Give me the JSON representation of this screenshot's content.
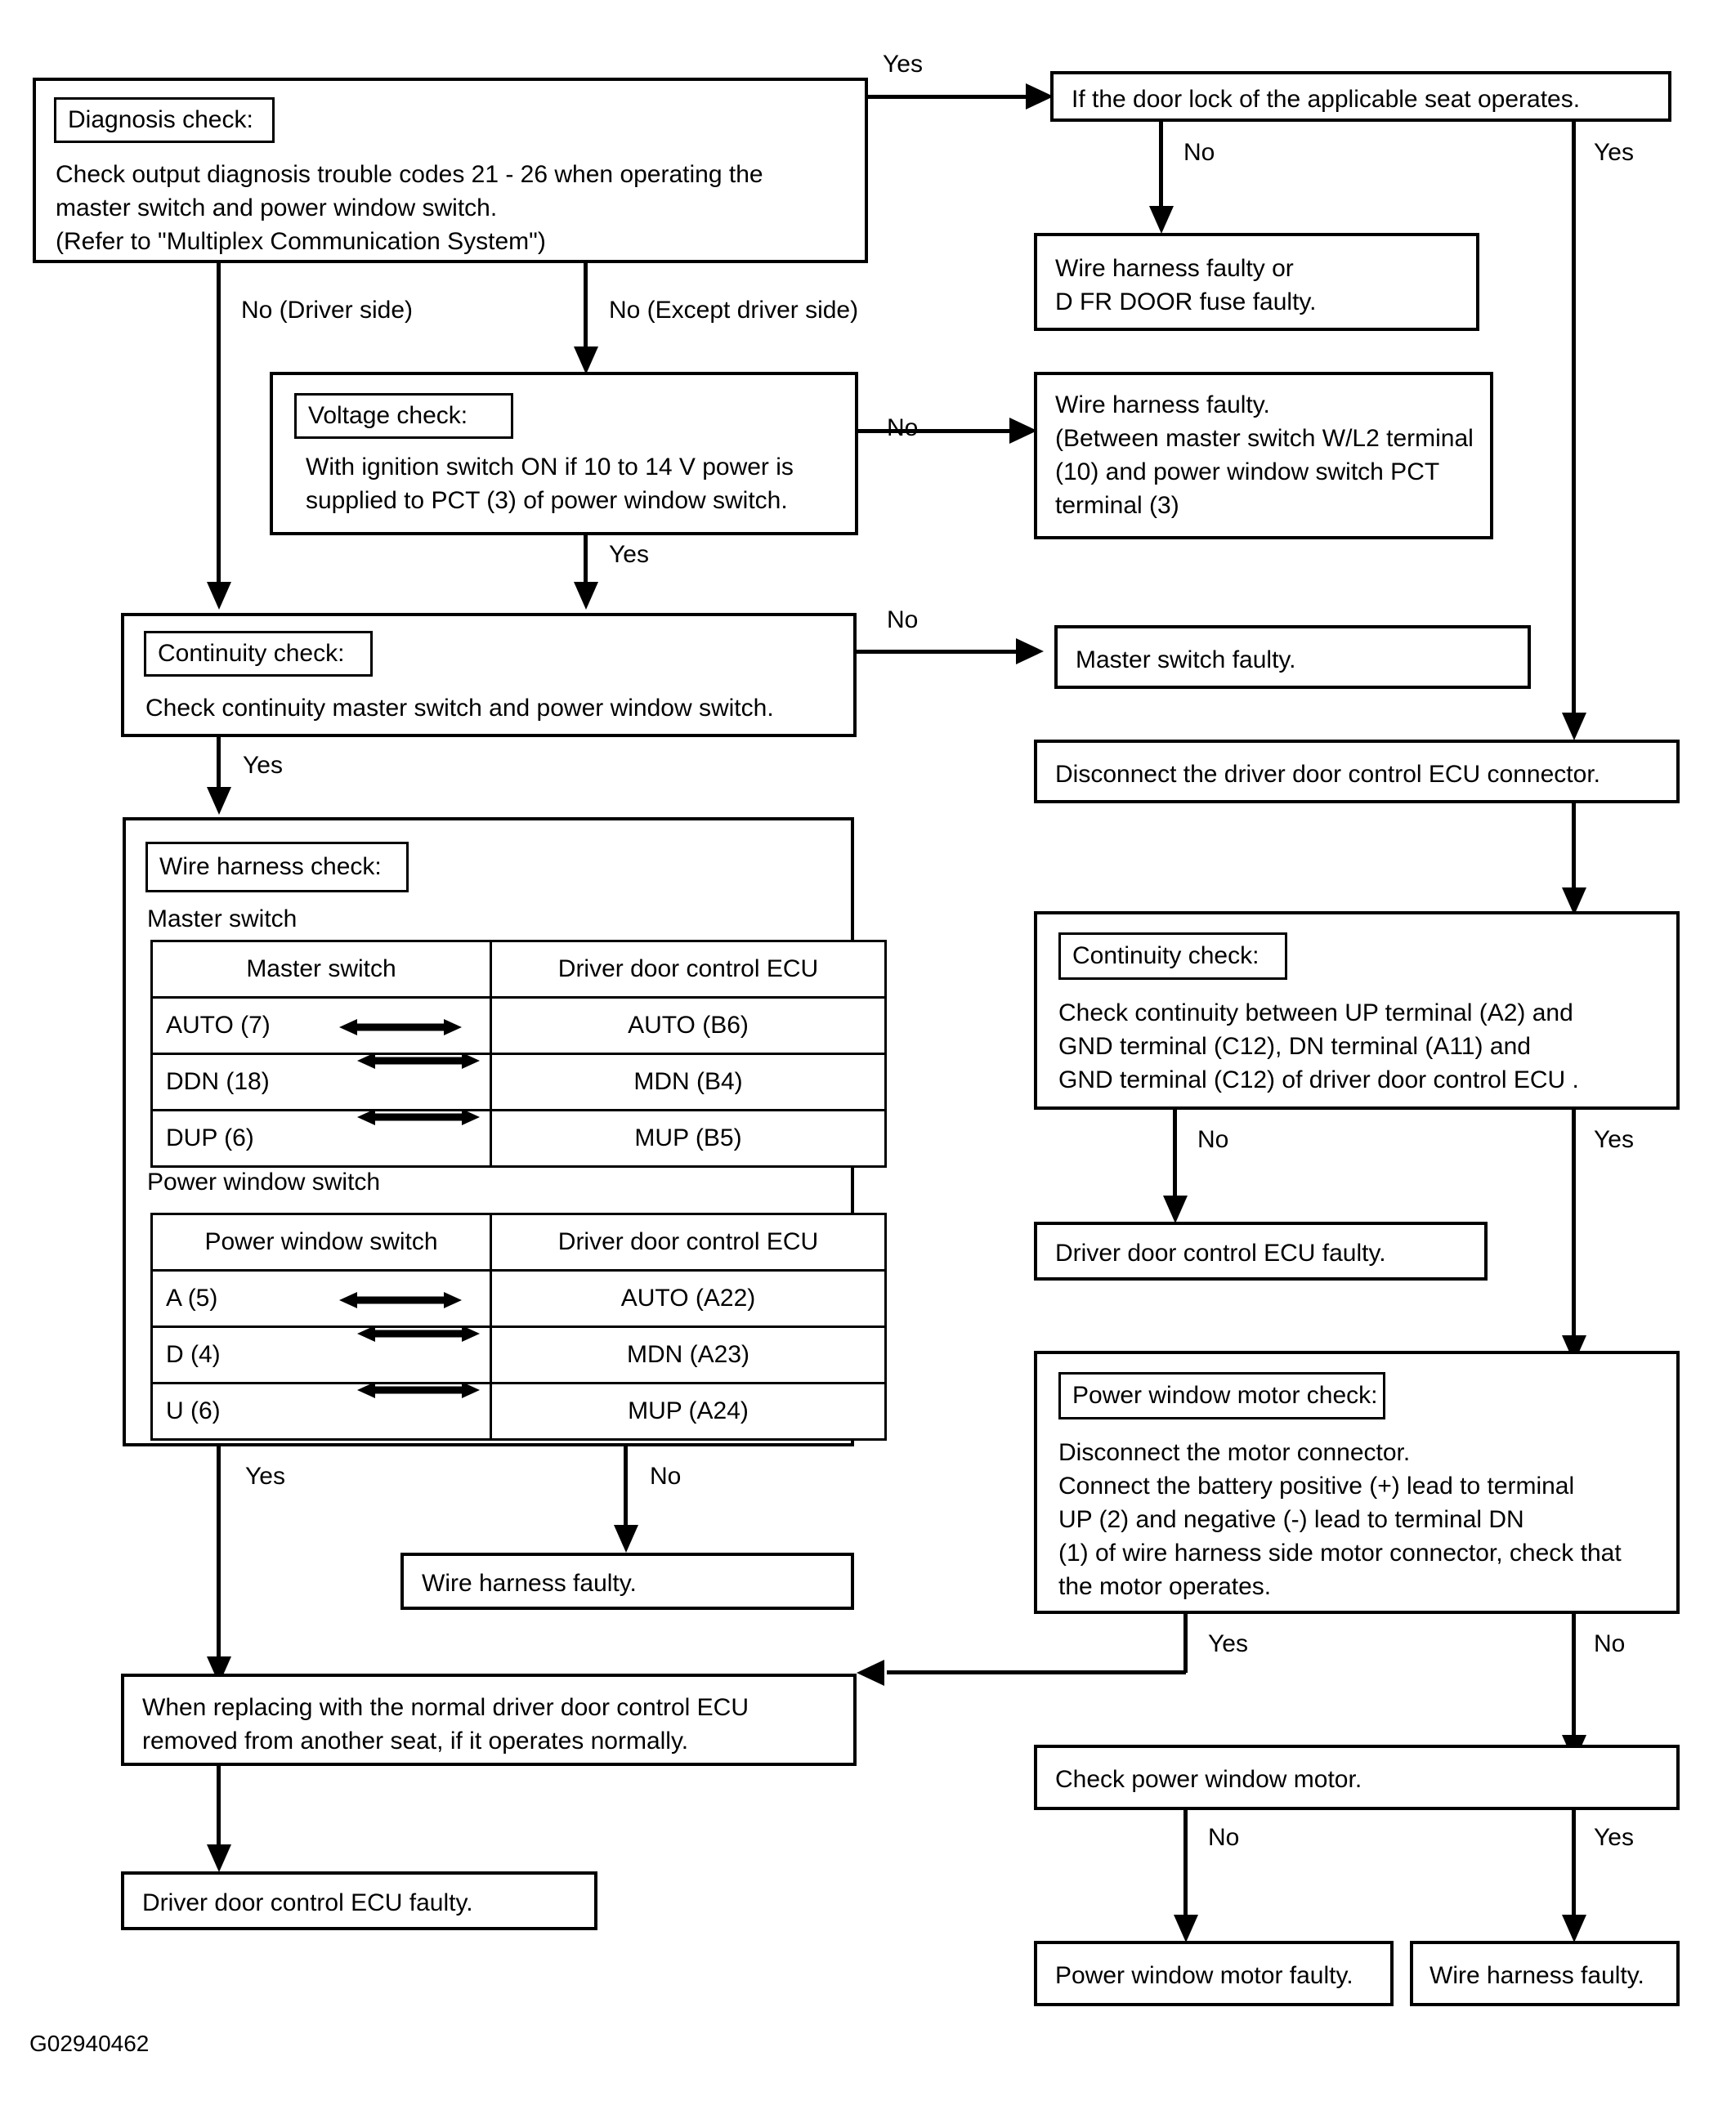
{
  "figure": {
    "code": "G02940462"
  },
  "nodes": {
    "diagnosis": {
      "tag": "Diagnosis check:",
      "body": "Check output diagnosis trouble codes 21 - 26 when operating the\nmaster switch and power window switch.\n(Refer to \"Multiplex Communication System\")"
    },
    "door_lock": {
      "body": "If the door lock of the applicable seat operates."
    },
    "harness_fuse": {
      "body": "Wire harness faulty or\nD FR DOOR fuse faulty."
    },
    "voltage": {
      "tag": "Voltage check:",
      "body": "With ignition switch ON if 10 to 14 V power is\nsupplied to PCT (3) of power window switch."
    },
    "harness_master": {
      "body": "Wire harness faulty.\n(Between master switch W/L2 terminal\n(10) and power window switch PCT\nterminal (3)"
    },
    "continuity_left": {
      "tag": "Continuity check:",
      "body": "Check continuity master switch and power window switch."
    },
    "master_faulty": {
      "body": "Master switch faulty."
    },
    "disconnect_ecu": {
      "body": "Disconnect the driver door control ECU connector."
    },
    "continuity_right": {
      "tag": "Continuity check:",
      "body": "Check continuity between UP terminal (A2) and\nGND terminal (C12), DN terminal (A11) and\nGND terminal (C12) of driver door control ECU ."
    },
    "ecu_faulty_right": {
      "body": "Driver door control ECU faulty."
    },
    "wire_harness_check": {
      "tag": "Wire harness check:",
      "caption_master": "Master switch",
      "caption_pw": "Power window switch"
    },
    "motor_check": {
      "tag": "Power window motor check:",
      "body": "Disconnect the motor connector.\nConnect the battery positive (+) lead to terminal\nUP (2) and negative (-) lead to terminal DN\n(1) of wire harness side motor connector, check that\nthe motor operates."
    },
    "harness_faulty_mid": {
      "body": "Wire harness faulty."
    },
    "replace_ecu": {
      "body": "When replacing with the normal driver door control ECU\nremoved from another seat, if it operates normally."
    },
    "ecu_faulty_bottom": {
      "body": "Driver door control ECU faulty."
    },
    "check_motor": {
      "body": "Check power window motor."
    },
    "motor_faulty": {
      "body": "Power window motor faulty."
    },
    "harness_faulty_bottom": {
      "body": "Wire harness faulty."
    }
  },
  "tables": {
    "master_switch": {
      "headers": [
        "Master switch",
        "Driver door control ECU"
      ],
      "rows": [
        [
          "AUTO (7)",
          "AUTO (B6)"
        ],
        [
          "DDN (18)",
          "MDN (B4)"
        ],
        [
          "DUP (6)",
          "MUP (B5)"
        ]
      ]
    },
    "power_window_switch": {
      "headers": [
        "Power window switch",
        "Driver door control ECU"
      ],
      "rows": [
        [
          "A (5)",
          "AUTO (A22)"
        ],
        [
          "D (4)",
          "MDN (A23)"
        ],
        [
          "U (6)",
          "MUP (A24)"
        ]
      ]
    }
  },
  "edge_labels": {
    "yes_top": "Yes",
    "no_doorlock": "No",
    "yes_doorlock": "Yes",
    "no_driver_side": "No (Driver side)",
    "no_except_driver": "No (Except driver side)",
    "no_voltage": "No",
    "yes_voltage": "Yes",
    "no_continuity_left": "No",
    "yes_continuity_left": "Yes",
    "no_continuity_right": "No",
    "yes_continuity_right": "Yes",
    "yes_harness_table": "Yes",
    "no_harness_table": "No",
    "yes_motor_check": "Yes",
    "no_motor_check": "No",
    "no_check_motor": "No",
    "yes_check_motor": "Yes"
  }
}
